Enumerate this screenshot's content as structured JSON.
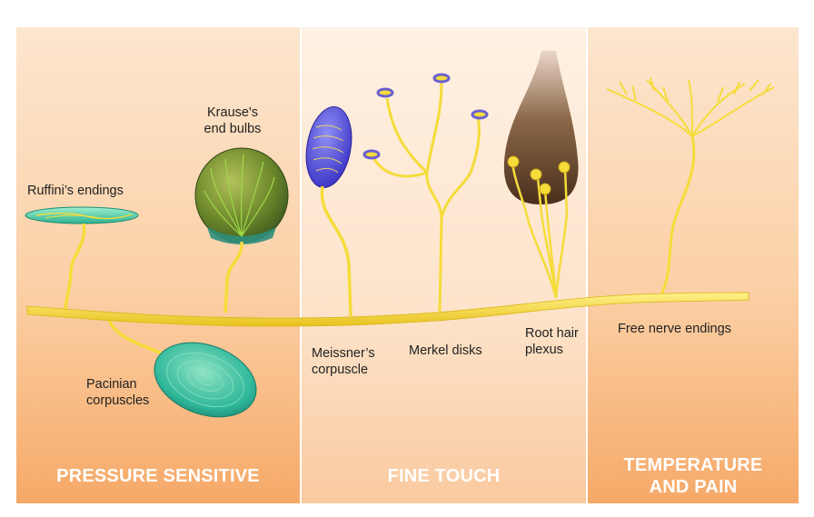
{
  "sections": {
    "pressure": "PRESSURE SENSITIVE",
    "touch": "FINE TOUCH",
    "temperature": "TEMPERATURE\nAND PAIN"
  },
  "receptors": {
    "ruffini": "Ruffini’s endings",
    "krause": "Krause's\nend bulbs",
    "pacinian": "Pacinian\ncorpuscles",
    "meissner": "Meissner’s\ncorpuscle",
    "merkel": "Merkel disks",
    "root_hair": "Root hair\nplexus",
    "free_nerve": "Free nerve endings"
  },
  "colors": {
    "nerve": "#f5dc3a",
    "panel_dark": "#f6a968",
    "panel_light": "#fde3ca",
    "ruffini": "#4ec7a6",
    "krause": "#6a8a2a",
    "pacinian": "#2fb79a",
    "meissner": "#5a5be0",
    "merkel_cap": "#6b5fd0",
    "hair": "#6b4a2e"
  }
}
